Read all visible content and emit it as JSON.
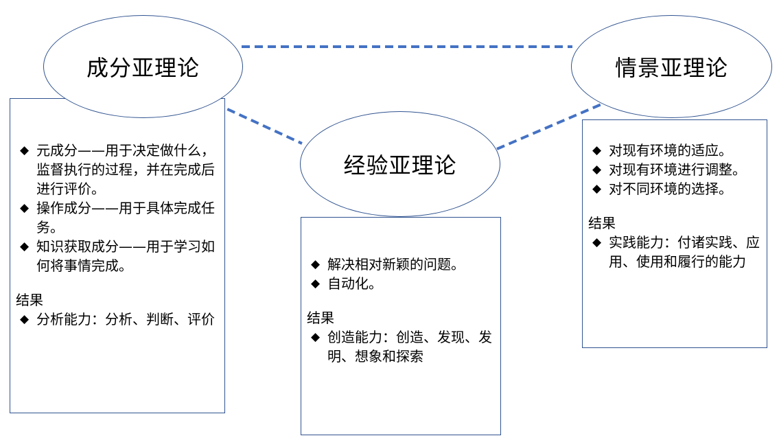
{
  "colors": {
    "outline": "#2f528f",
    "connector": "#4472c4"
  },
  "icons": {
    "bullet": "diamond-bullet-icon"
  },
  "component": {
    "title": "成分亚理论",
    "items": [
      "元成分——用于决定做什么，监督执行的过程，并在完成后进行评价。",
      "操作成分——用于具体完成任务。",
      "知识获取成分——用于学习如何将事情完成。"
    ],
    "result_title": "结果",
    "result_items": [
      "分析能力：分析、判断、评价"
    ]
  },
  "experiential": {
    "title": "经验亚理论",
    "items": [
      "解决相对新颖的问题。",
      "自动化。"
    ],
    "result_title": "结果",
    "result_items": [
      "创造能力：创造、发现、发明、想象和探索"
    ]
  },
  "contextual": {
    "title": "情景亚理论",
    "items": [
      "对现有环境的适应。",
      "对现有环境进行调整。",
      "对不同环境的选择。"
    ],
    "result_title": "结果",
    "result_items": [
      "实践能力：付诸实践、应用、使用和履行的能力"
    ]
  }
}
